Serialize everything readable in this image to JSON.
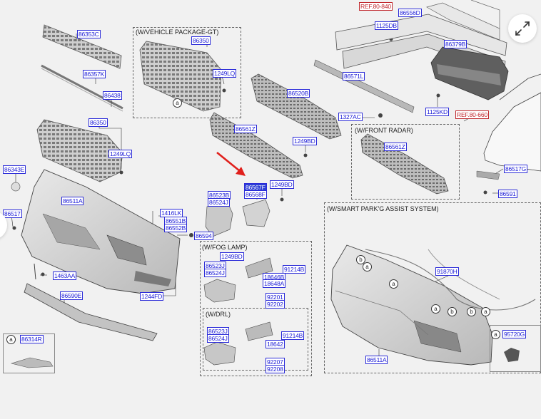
{
  "labels": {
    "l86353C": "86353C",
    "l86357K": "86357K",
    "l86438": "86438",
    "l86350a": "86350",
    "l1249LQa": "1249LQ",
    "l86343E": "86343E",
    "l86511Aa": "86511A",
    "l86517": "86517",
    "l1463AA": "1463AA",
    "l86590E": "86590E",
    "l86314R": "86314R",
    "l1244FD": "1244FD",
    "l1416LK": "1416LK",
    "l86551B": "86551B",
    "l86552B": "86552B",
    "l86594": "86594",
    "l86523B": "86523B",
    "l86524J": "86524J",
    "l86567F": "86567F",
    "l86568F": "86568F",
    "l1249BDa": "1249BD",
    "l86350b": "86350",
    "l1249LQb": "1249LQ",
    "l86520B": "86520B",
    "l86561Za": "86561Z",
    "l1249BDb": "1249BD",
    "l86556D": "86556D",
    "l1125DB": "1125DB",
    "l86379B": "86379B",
    "l86571L": "86571L",
    "l1327AC": "1327AC",
    "l1125KD": "1125KD",
    "l86561Zb": "86561Z",
    "l86517G": "86517G",
    "l86591": "86591",
    "l91870H": "91870H",
    "l86511Ab": "86511A",
    "l95720G": "95720G",
    "f1249BD": "1249BD",
    "f86523J": "86523J",
    "f86524J": "86524J",
    "f91214B": "91214B",
    "f18646B": "18646B",
    "f18648A": "18648A",
    "f92201": "92201",
    "f92202": "92202",
    "d86523J": "86523J",
    "d86524J": "86524J",
    "d91214B": "91214B",
    "d18642": "18642",
    "d92207": "92207",
    "d92208": "92208"
  },
  "refs": {
    "ref1": "REF.80-840",
    "ref2": "REF.80-660"
  },
  "sections": {
    "gt": "(W/VEHICLE PACKAGE-GT)",
    "radar": "(W/FRONT RADAR)",
    "spas": "(W/SMART PARK'G ASSIST SYSTEM)",
    "fog": "(W/FOG LAMP)",
    "drl": "(W/DRL)"
  },
  "callout": "a",
  "callout_b": "b",
  "icons": {
    "expand": "expand-arrows-icon",
    "pointer": "red-arrow-indicator"
  },
  "colors": {
    "label": "#1a1ad6",
    "ref": "#c0282d",
    "highlight": "#2d3fd6",
    "arrow": "#e0201c",
    "bg": "#f1f1f1"
  }
}
